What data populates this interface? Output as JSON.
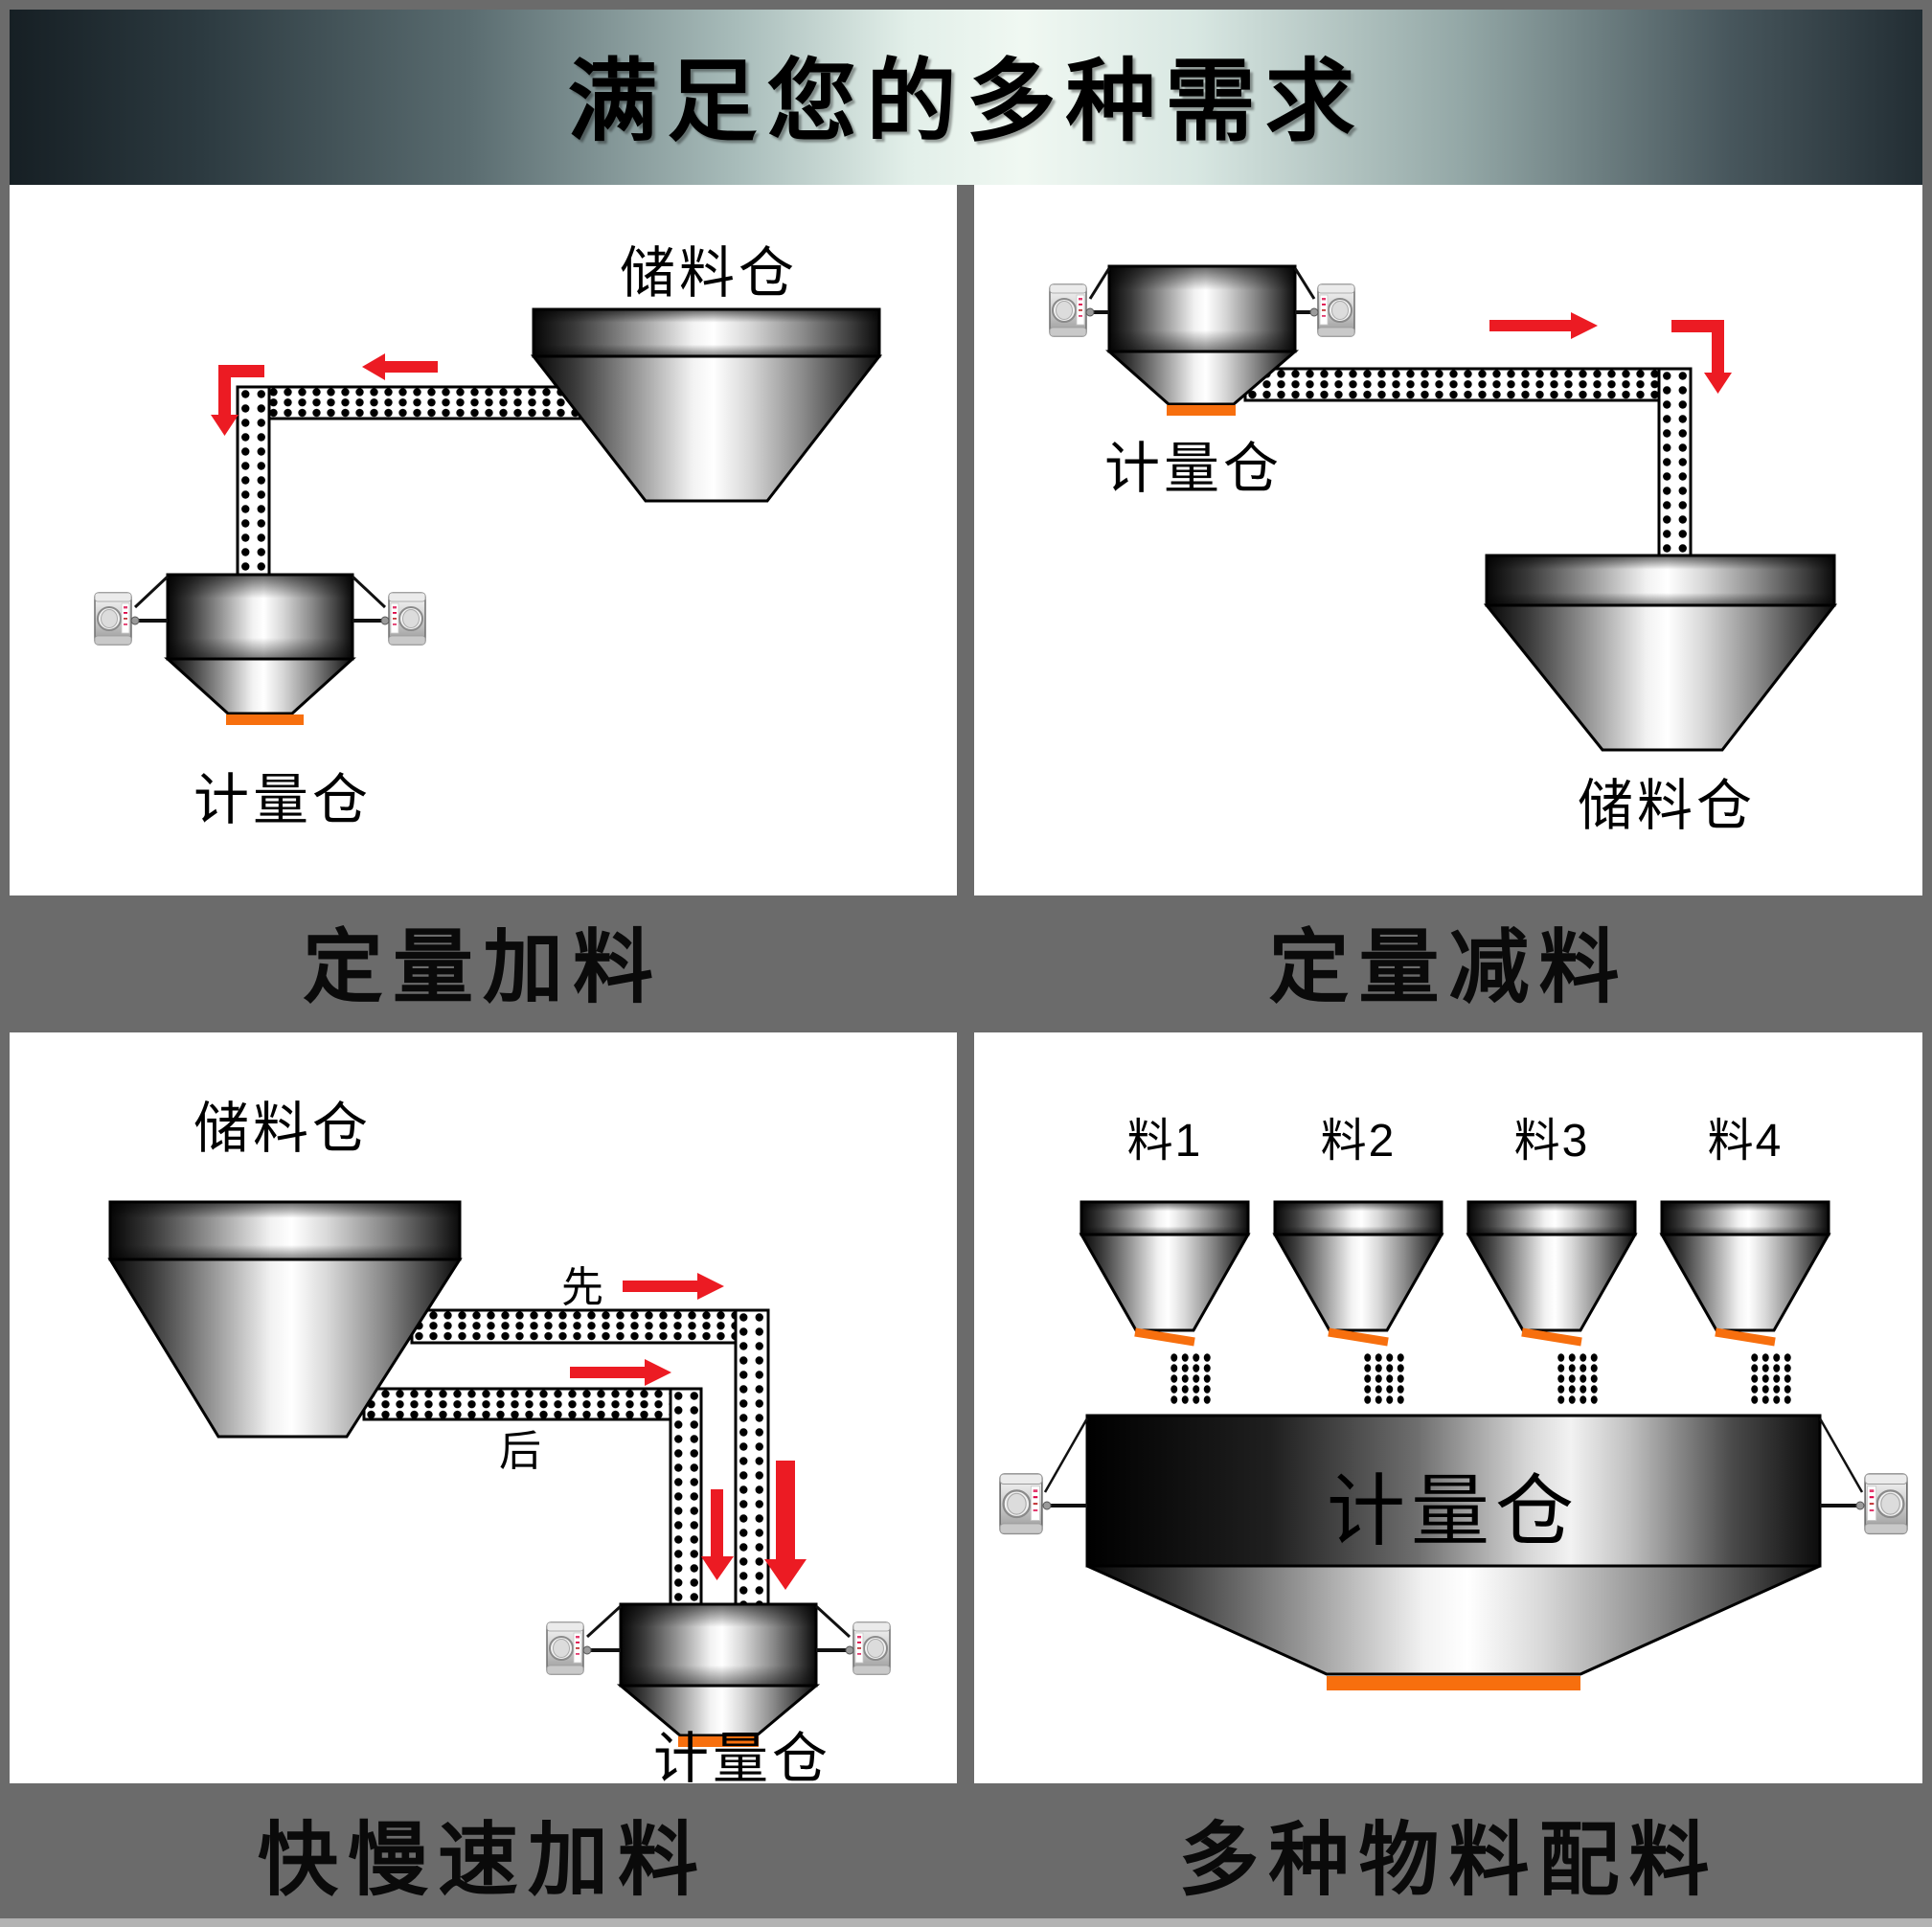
{
  "title": {
    "text": "满足您的多种需求"
  },
  "panels": [
    {
      "caption": "定量加料",
      "storage_label": "储料仓",
      "weighing_label": "计量仓"
    },
    {
      "caption": "定量减料",
      "storage_label": "储料仓",
      "weighing_label": "计量仓"
    },
    {
      "caption": "快慢速加料",
      "storage_label": "储料仓",
      "weighing_label": "计量仓",
      "first_label": "先",
      "second_label": "后"
    },
    {
      "caption": "多种物料配料",
      "weighing_label": "计量仓",
      "materials": [
        "料1",
        "料2",
        "料3",
        "料4"
      ]
    }
  ],
  "colors": {
    "frame_gray": "#6b6b6b",
    "panel_bg": "#ffffff",
    "banner_dark": "#1c272c",
    "banner_light": "#eef7f2",
    "outlet_orange": "#f76f0e",
    "arrow_red": "#ec1b23",
    "dot_black": "#000000"
  }
}
